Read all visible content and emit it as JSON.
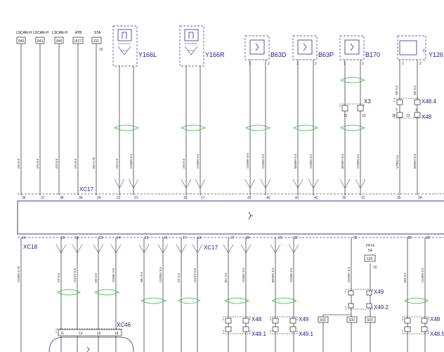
{
  "diagram": {
    "top_signals": [
      {
        "label": "LSCAN-H",
        "box": "840"
      },
      {
        "label": "LSCAN-H",
        "box": "843"
      },
      {
        "label": "LSCAN-H",
        "box": "846"
      },
      {
        "label": "ATB",
        "box": "1827"
      },
      {
        "label": "STA",
        "box": "311"
      }
    ],
    "sta_extra": "15",
    "components": {
      "y166l": "Y166L",
      "y166r": "Y166R",
      "b63d": "B63D",
      "b63p": "B63P",
      "b170": "B170",
      "y126": "Y126"
    },
    "connectors": {
      "xc17_top": "XC17",
      "xc17_mid": "XC17",
      "xc18": "XC18",
      "xc46": "XC46",
      "x3": "X3",
      "x48_4": "X48.4",
      "x48_top": "X48",
      "x49": "X49",
      "x49_2": "X49.2",
      "x48_a": "X48",
      "x48_1": "X48.1",
      "x49_b": "X49",
      "x49_1": "X49.1",
      "x48_b": "X48",
      "x48_5": "X48.5"
    },
    "top_wire_labels": [
      "GN 0.5",
      "GN 0.5",
      "GN 0.5",
      "GN 0.5",
      "BN 0.75",
      "GN 0.5",
      "OGBN 0.5",
      "GN 0.5",
      "OGBN 0.5",
      "OGWH 0.5",
      "OGBN 0.5",
      "BNWH 0.5",
      "OGBN 0.5",
      "BKWH 0.5",
      "OGBN 0.5",
      "VTBN 0.5",
      "BNWH 0.5"
    ],
    "ecu_pins_top": [
      "35",
      "37",
      "38",
      "36",
      "29",
      "22",
      "21",
      "18",
      "17",
      "39",
      "40",
      "41",
      "42",
      "30",
      "31",
      "35",
      "34"
    ],
    "ecu_pins_bottom": [
      "16",
      "26",
      "25",
      "23",
      "24",
      "15",
      "16",
      "17",
      "18",
      "27",
      "28",
      "29",
      "30",
      "36",
      "38",
      "38"
    ],
    "bottom_wire_labels": [
      "OGBN 0.75",
      "VT 0.5",
      "OGVT 0.5",
      "BK 0.5",
      "OGBK 0.5",
      "WH 0.5",
      "OGWH 0.5",
      "VT 0.5",
      "OGVT 0.5",
      "BU 0.5",
      "OGBU 0.5",
      "BKWH 0.5",
      "OGBN 0.5",
      "OGWH 0.5",
      "BN 0.5",
      "OGBN 0.5"
    ],
    "fuse": {
      "label": "FR16",
      "rating": "5A",
      "box": "526",
      "pin": "15"
    },
    "splice_boxes": [
      "S60",
      "S00",
      "S00"
    ],
    "bk_labels": [
      "BK 0.5",
      "BK 0.5"
    ],
    "x3_pins": [
      "12",
      "13"
    ],
    "x48_4_pins": [
      "2",
      "1"
    ],
    "x48_pins": [
      "12",
      "13"
    ]
  }
}
